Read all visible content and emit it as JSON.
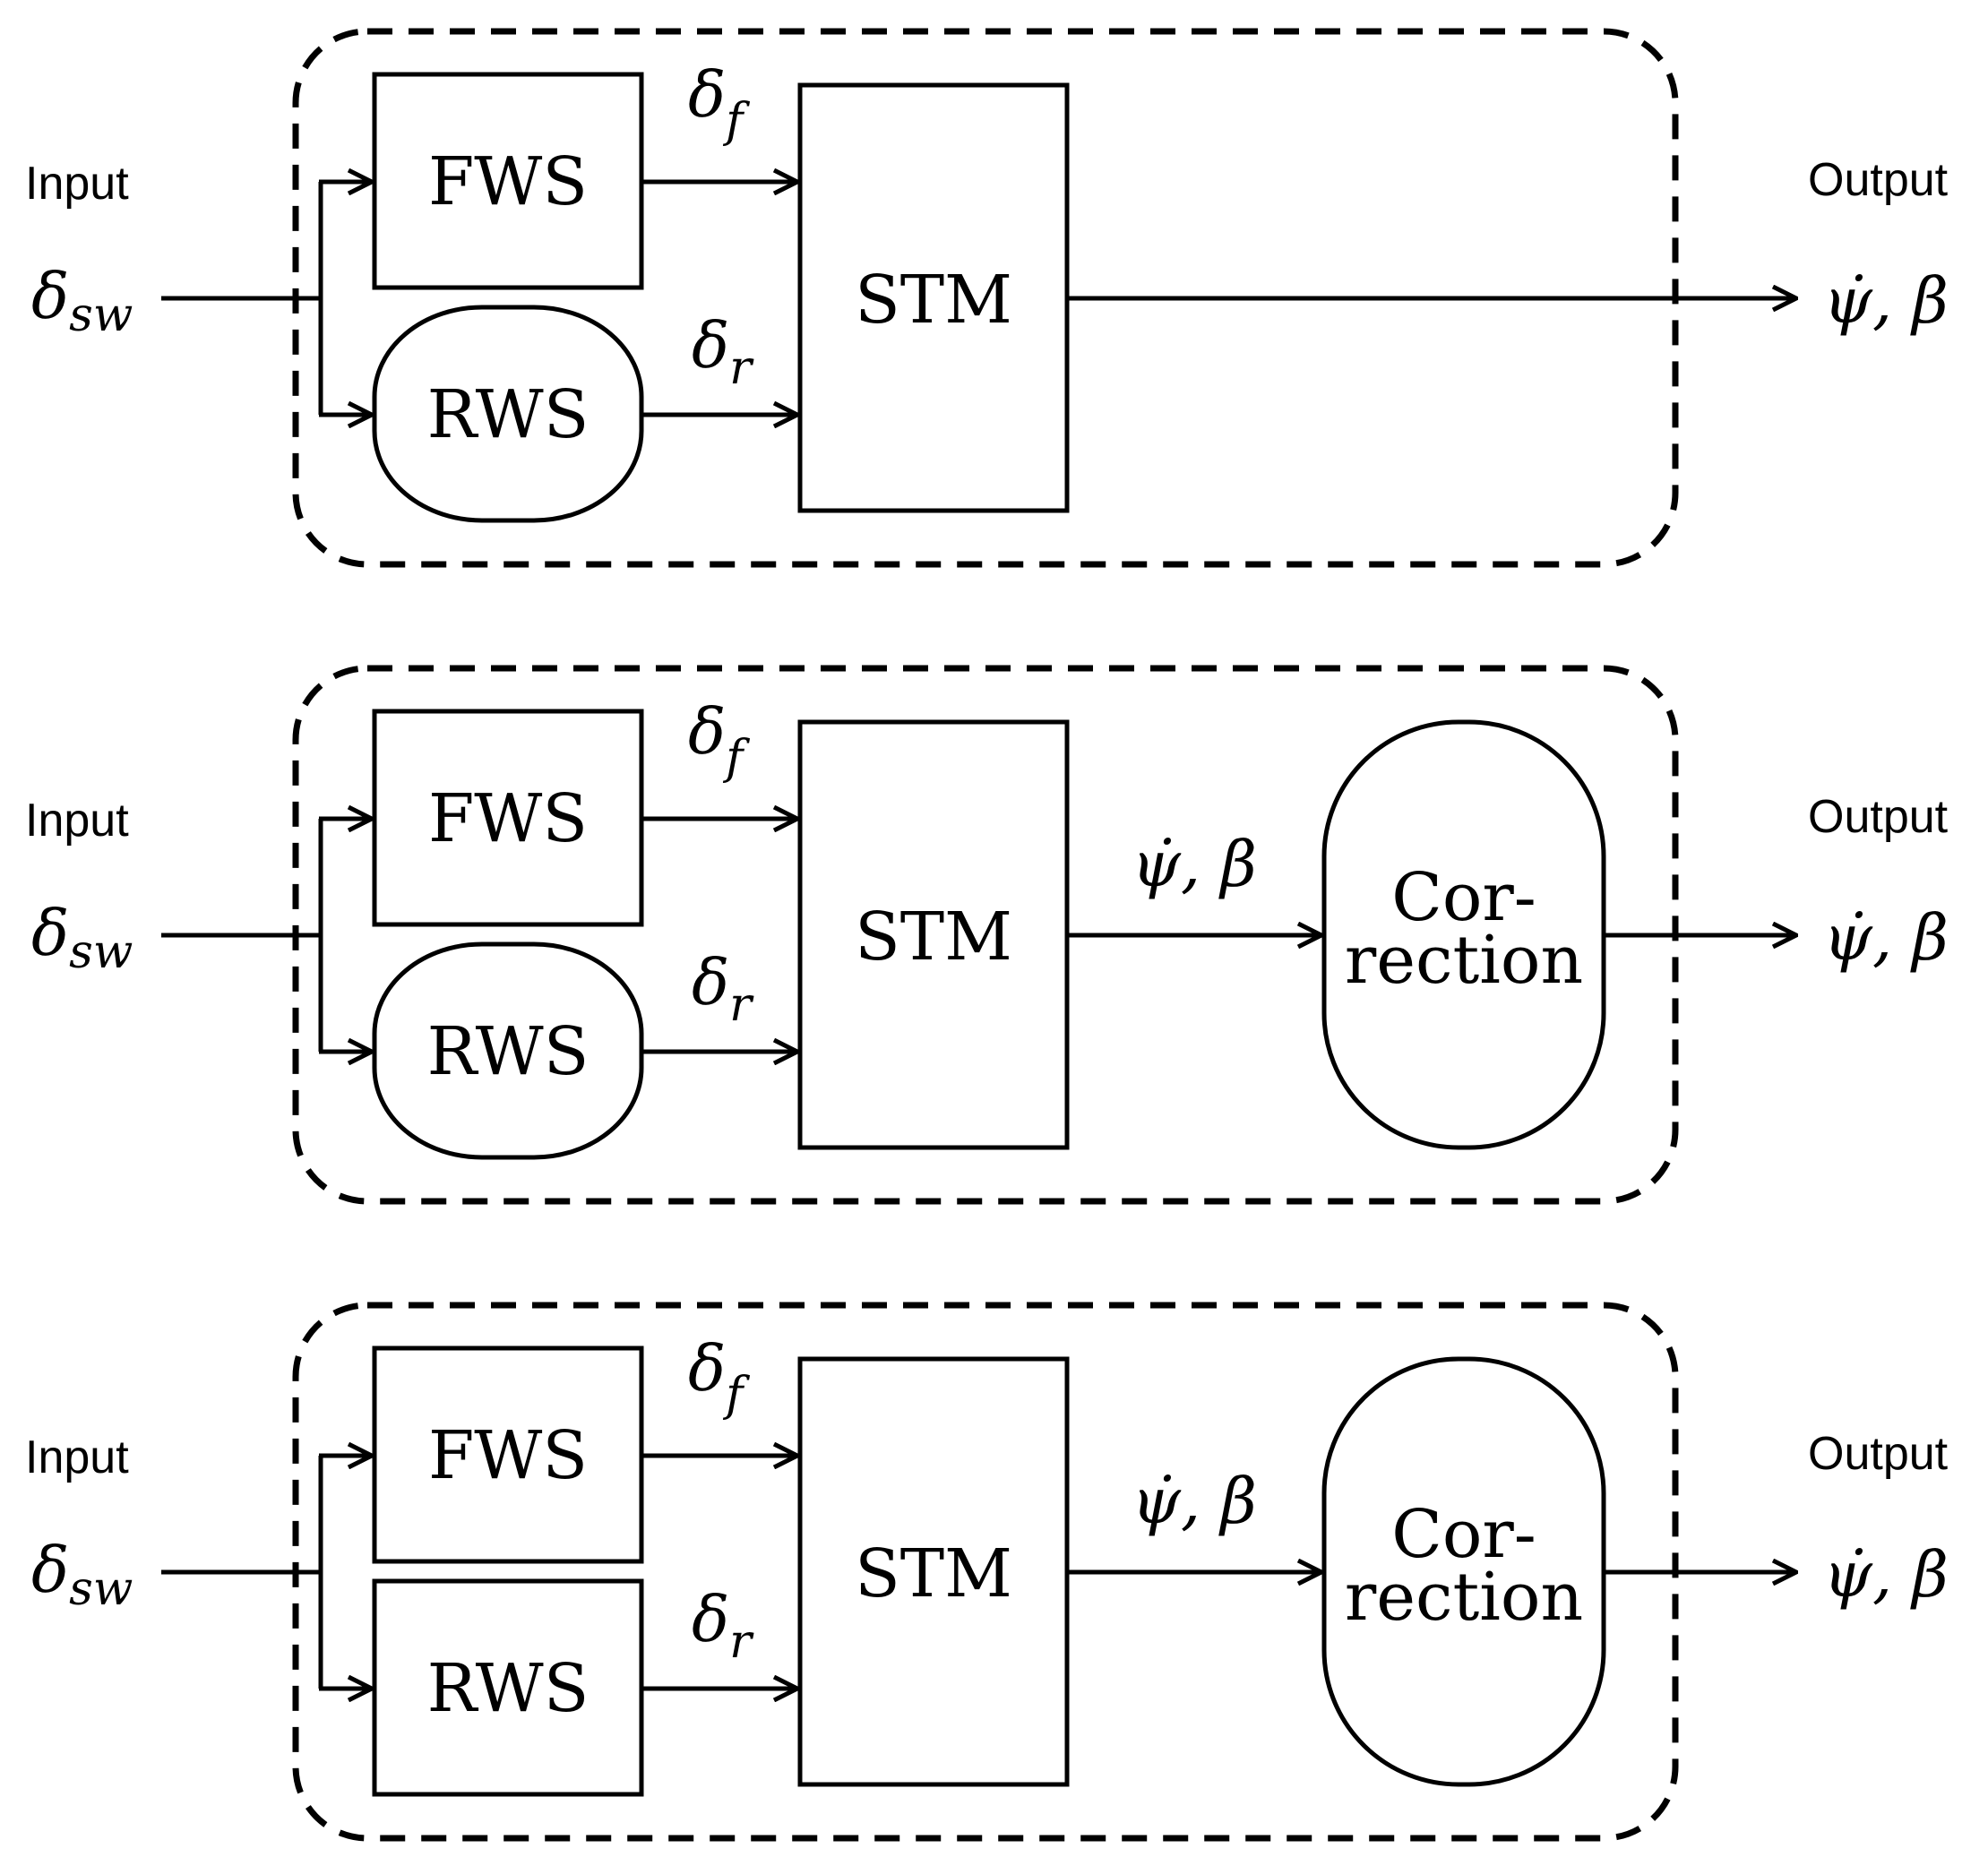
{
  "colors": {
    "stroke": "#000000",
    "background": "#ffffff"
  },
  "diagrams": [
    {
      "input_label": "Input",
      "input_symbol": "δ",
      "input_symbol_sub": "sw",
      "fws_label": "FWS",
      "rws_label": "RWS",
      "rws_shape": "rounded",
      "delta_f_symbol": "δ",
      "delta_f_sub": "f",
      "delta_r_symbol": "δ",
      "delta_r_sub": "r",
      "stm_label": "STM",
      "output_label": "Output",
      "output_symbol": "ψ̇, β",
      "has_correction": false
    },
    {
      "input_label": "Input",
      "input_symbol": "δ",
      "input_symbol_sub": "sw",
      "fws_label": "FWS",
      "rws_label": "RWS",
      "rws_shape": "rounded",
      "delta_f_symbol": "δ",
      "delta_f_sub": "f",
      "delta_r_symbol": "δ",
      "delta_r_sub": "r",
      "stm_label": "STM",
      "mid_symbol": "ψ̇, β",
      "correction_line1": "Cor-",
      "correction_line2": "rection",
      "output_label": "Output",
      "output_symbol": "ψ̇, β",
      "has_correction": true
    },
    {
      "input_label": "Input",
      "input_symbol": "δ",
      "input_symbol_sub": "sw",
      "fws_label": "FWS",
      "rws_label": "RWS",
      "rws_shape": "rect",
      "delta_f_symbol": "δ",
      "delta_f_sub": "f",
      "delta_r_symbol": "δ",
      "delta_r_sub": "r",
      "stm_label": "STM",
      "mid_symbol": "ψ̇, β",
      "correction_line1": "Cor-",
      "correction_line2": "rection",
      "output_label": "Output",
      "output_symbol": "ψ̇, β",
      "has_correction": true
    }
  ]
}
